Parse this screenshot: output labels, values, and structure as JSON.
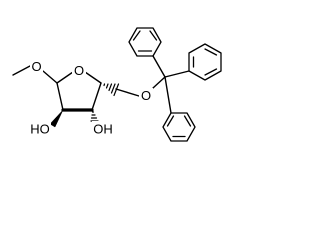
{
  "molecule": {
    "atom_labels": {
      "methoxy_o": "O",
      "ring_o": "O",
      "trityl_o": "O",
      "hydroxyl_2": "HO",
      "hydroxyl_3": "OH"
    }
  },
  "colors": {
    "bond": "#000000",
    "label": "#000000",
    "background": "#ffffff"
  }
}
